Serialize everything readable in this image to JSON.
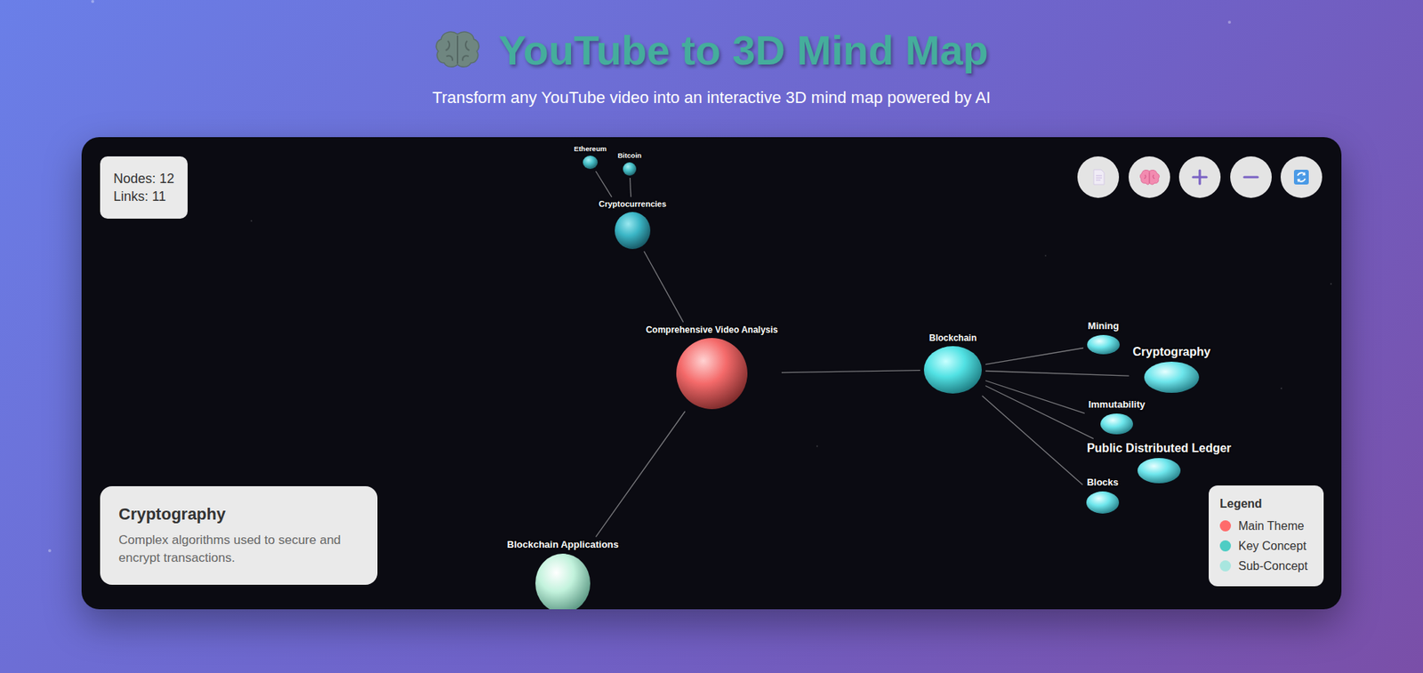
{
  "diagram": {
    "title": "YouTube to 3D Mind Map",
    "caption": "Transform any YouTube video into an interactive 3D mind map powered by AI",
    "nodes": [
      {
        "text": [
          "Comprehensive Video Analysis"
        ]
      },
      {
        "text": [
          "Cryptocurrencies"
        ]
      },
      {
        "text": [
          "Ethereum"
        ]
      },
      {
        "text": [
          "Bitcoin"
        ]
      },
      {
        "text": [
          "Blockchain"
        ]
      },
      {
        "text": [
          "Mining"
        ]
      },
      {
        "text": [
          "Cryptography"
        ]
      },
      {
        "text": [
          "Immutability"
        ]
      },
      {
        "text": [
          "Public Distributed Ledger"
        ]
      },
      {
        "text": [
          "Blocks"
        ]
      },
      {
        "text": [
          "Blockchain Applications"
        ]
      },
      {
        "text": [
          "Nodes: 12",
          "Links: 11"
        ]
      },
      {
        "text": [
          "Cryptography",
          "Complex algorithms used to secure and encrypt transactions."
        ]
      }
    ],
    "edges": [
      {
        "from": 0,
        "to": 1,
        "arrow": "none"
      },
      {
        "from": 1,
        "to": 2,
        "arrow": "none"
      },
      {
        "from": 1,
        "to": 3,
        "arrow": "none"
      },
      {
        "from": 0,
        "to": 4,
        "arrow": "none"
      },
      {
        "from": 4,
        "to": 5,
        "arrow": "none"
      },
      {
        "from": 4,
        "to": 6,
        "arrow": "none"
      },
      {
        "from": 4,
        "to": 7,
        "arrow": "none"
      },
      {
        "from": 4,
        "to": 8,
        "arrow": "none"
      },
      {
        "from": 4,
        "to": 9,
        "arrow": "none"
      },
      {
        "from": 0,
        "to": 10,
        "arrow": "none"
      }
    ],
    "labels": [
      "Legend"
    ],
    "legend": [
      {
        "text": "Main Theme",
        "color": "#ff6b6b"
      },
      {
        "text": "Key Concept",
        "color": "#4ecdc4"
      },
      {
        "text": "Sub-Concept",
        "color": "#a8e6df"
      }
    ]
  }
}
